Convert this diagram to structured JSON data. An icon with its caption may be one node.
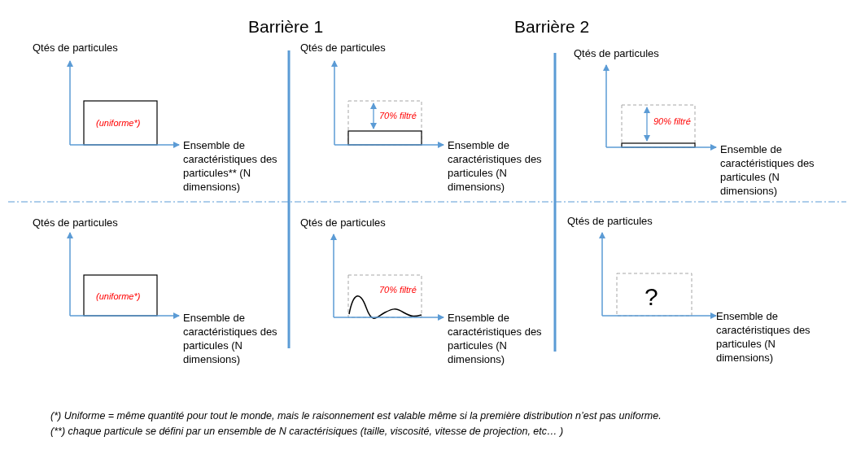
{
  "diagram": {
    "labels": [
      "Barrière 1",
      "Barrière 2",
      "Qtés de particules",
      "(uniforme*)",
      "Ensemble de caractéristiques des particules** (N dimensions)",
      "Qtés de particules",
      "70% filtré",
      "Ensemble de caractéristiques des particules (N dimensions)",
      "Qtés de particules",
      "90% filtré",
      "Ensemble de caractéristiques des particules (N dimensions)",
      "Qtés de particules",
      "(uniforme*)",
      "Ensemble de caractéristiques des particules (N dimensions)",
      "Qtés de particules",
      "70% filtré",
      "Ensemble de caractéristiques des particules (N dimensions)",
      "Qtés de particules",
      "?",
      "Ensemble de caractéristiques des particules (N dimensions)",
      "(*) Uniforme = même quantité pour tout le monde, mais le raisonnement est valable même si la première distribution n’est pas uniforme.",
      "(**) chaque particule se défini par un ensemble de N caractérisiques (taille, viscosité, vitesse de projection, etc… )"
    ]
  }
}
